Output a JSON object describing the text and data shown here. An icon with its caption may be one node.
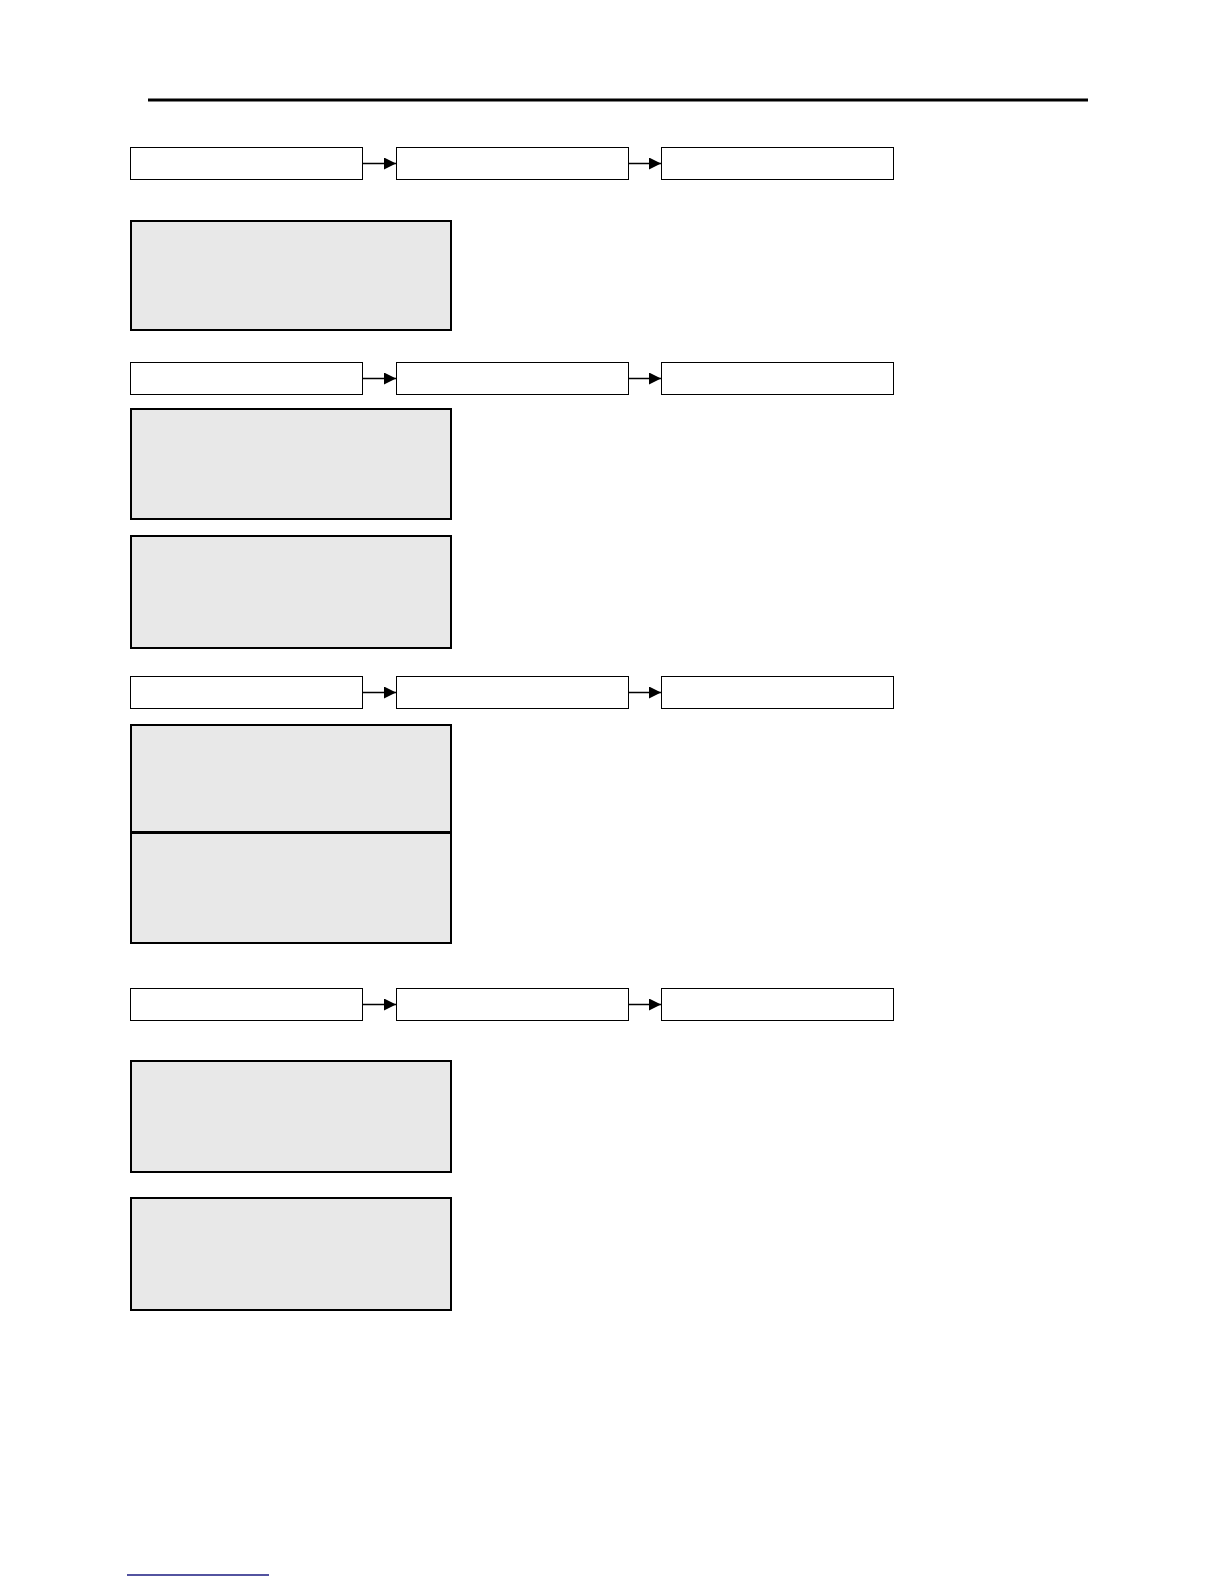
{
  "diagram": {
    "nodes": [
      {
        "text": [],
        "shape": "box"
      },
      {
        "text": [],
        "shape": "box"
      },
      {
        "text": [],
        "shape": "box"
      },
      {
        "text": [],
        "shape": "box"
      },
      {
        "text": [],
        "shape": "box"
      },
      {
        "text": [],
        "shape": "box"
      },
      {
        "text": [],
        "shape": "box"
      },
      {
        "text": [],
        "shape": "box"
      },
      {
        "text": [],
        "shape": "box"
      },
      {
        "text": [],
        "shape": "box"
      },
      {
        "text": [],
        "shape": "box"
      },
      {
        "text": [],
        "shape": "box"
      },
      {
        "text": [],
        "shape": "box"
      },
      {
        "text": [],
        "shape": "box"
      },
      {
        "text": [],
        "shape": "box"
      },
      {
        "text": [],
        "shape": "box"
      },
      {
        "text": [],
        "shape": "box"
      },
      {
        "text": [],
        "shape": "box"
      },
      {
        "text": [],
        "shape": "box"
      }
    ],
    "edges": [
      {
        "from": 0,
        "to": 1,
        "arrow": "to"
      },
      {
        "from": 1,
        "to": 2,
        "arrow": "to"
      },
      {
        "from": 4,
        "to": 5,
        "arrow": "to"
      },
      {
        "from": 5,
        "to": 6,
        "arrow": "to"
      },
      {
        "from": 9,
        "to": 10,
        "arrow": "to"
      },
      {
        "from": 10,
        "to": 11,
        "arrow": "to"
      },
      {
        "from": 14,
        "to": 15,
        "arrow": "to"
      },
      {
        "from": 15,
        "to": 16,
        "arrow": "to"
      }
    ]
  }
}
